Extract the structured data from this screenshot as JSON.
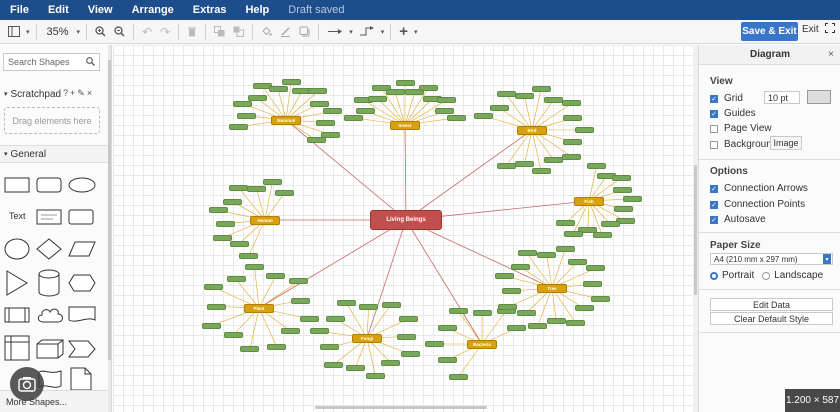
{
  "menu": [
    "File",
    "Edit",
    "View",
    "Arrange",
    "Extras",
    "Help"
  ],
  "draft_status": "Draft saved",
  "toolbar": {
    "zoom": "35%",
    "save_exit": "Save & Exit",
    "exit": "Exit"
  },
  "sidebar": {
    "search_placeholder": "Search Shapes",
    "scratchpad": "Scratchpad",
    "drop_hint": "Drag elements here",
    "general": "General",
    "text_shape": "Text",
    "more_shapes": "More Shapes..."
  },
  "panel": {
    "title": "Diagram",
    "view_heading": "View",
    "grid": "Grid",
    "grid_size": "10 pt",
    "guides": "Guides",
    "page_view": "Page View",
    "background": "Background",
    "image_button": "Image",
    "options_heading": "Options",
    "connection_arrows": "Connection Arrows",
    "connection_points": "Connection Points",
    "autosave": "Autosave",
    "paper_heading": "Paper Size",
    "paper_value": "A4 (210 mm x 297 mm)",
    "portrait": "Portrait",
    "landscape": "Landscape",
    "edit_data": "Edit Data",
    "clear_style": "Clear Default Style",
    "checks": {
      "grid": true,
      "guides": true,
      "page_view": false,
      "background": false,
      "connection_arrows": true,
      "connection_points": true,
      "autosave": true
    }
  },
  "image_size": "1.200 × 587",
  "diagram": {
    "center": "Living Beings",
    "hubs": [
      "Mammal",
      "Insect",
      "Bird",
      "Fish",
      "Human",
      "Plant",
      "Fungi",
      "Bacteria",
      "Tree"
    ]
  }
}
